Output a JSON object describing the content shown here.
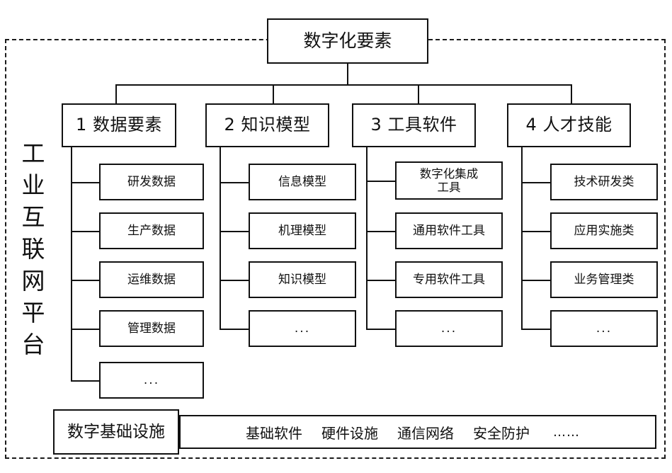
{
  "diagram": {
    "title": "数字化要素",
    "platform_label": "工业互联网平台",
    "platform_label_chars": [
      "工",
      "业",
      "互",
      "联",
      "网",
      "平",
      "台"
    ],
    "categories": [
      {
        "id": "data-elements",
        "label": "1 数据要素",
        "items": [
          "研发数据",
          "生产数据",
          "运维数据",
          "管理数据",
          "..."
        ]
      },
      {
        "id": "knowledge-models",
        "label": "2 知识模型",
        "items": [
          "信息模型",
          "机理模型",
          "知识模型",
          "..."
        ]
      },
      {
        "id": "tool-software",
        "label": "3 工具软件",
        "items": [
          "数字化集成\n工具",
          "通用软件工具",
          "专用软件工具",
          "..."
        ]
      },
      {
        "id": "talent-skills",
        "label": "4 人才技能",
        "items": [
          "技术研发类",
          "应用实施类",
          "业务管理类",
          "..."
        ]
      }
    ],
    "infrastructure": {
      "label": "数字基础设施",
      "items": [
        "基础软件",
        "硬件设施",
        "通信网络",
        "安全防护"
      ],
      "ellipsis": "……"
    },
    "colors": {
      "stroke": "#111111",
      "background": "#ffffff",
      "dashed_border": "#1b1b1b"
    }
  }
}
